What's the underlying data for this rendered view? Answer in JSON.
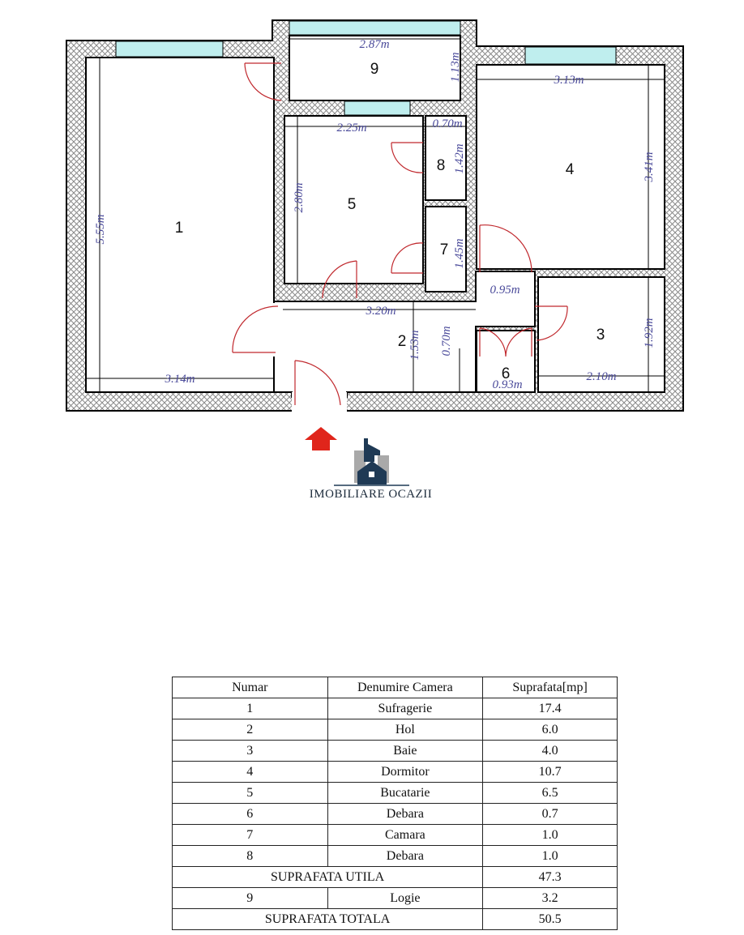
{
  "plan": {
    "rooms": [
      {
        "num": "1"
      },
      {
        "num": "2"
      },
      {
        "num": "3"
      },
      {
        "num": "4"
      },
      {
        "num": "5"
      },
      {
        "num": "6"
      },
      {
        "num": "7"
      },
      {
        "num": "8"
      },
      {
        "num": "9"
      }
    ],
    "dimensions": {
      "logia_width": "2.87m",
      "logia_depth": "1.13m",
      "r4_width": "3.13m",
      "r4_height": "3.41m",
      "r5_width": "2.25m",
      "r8_width": "0.70m",
      "r8_height": "1.42m",
      "r5_height": "2.80m",
      "r1_height": "5.55m",
      "r7_height": "1.45m",
      "corridor_width": "0.95m",
      "hall_width": "3.20m",
      "hall_depth": "1.53m",
      "hall_niche": "0.70m",
      "r3_height": "1.92m",
      "r1_width": "3.14m",
      "r6_width": "0.93m",
      "r3_width": "2.10m"
    },
    "colors": {
      "wall_hatch": "#8a8a8a",
      "window": "#bfeeee",
      "door": "#c0282d",
      "dimension": "#4a4a9a"
    }
  },
  "logo": {
    "text": "IMOBILIARE OCAZII",
    "entrance_arrow_color": "#e0251b"
  },
  "table": {
    "headers": [
      "Numar",
      "Denumire Camera",
      "Suprafata[mp]"
    ],
    "rows": [
      [
        "1",
        "Sufragerie",
        "17.4"
      ],
      [
        "2",
        "Hol",
        "6.0"
      ],
      [
        "3",
        "Baie",
        "4.0"
      ],
      [
        "4",
        "Dormitor",
        "10.7"
      ],
      [
        "5",
        "Bucatarie",
        "6.5"
      ],
      [
        "6",
        "Debara",
        "0.7"
      ],
      [
        "7",
        "Camara",
        "1.0"
      ],
      [
        "8",
        "Debara",
        "1.0"
      ]
    ],
    "subtotal": {
      "label": "SUPRAFATA UTILA",
      "value": "47.3"
    },
    "extra_row": [
      "9",
      "Logie",
      "3.2"
    ],
    "total": {
      "label": "SUPRAFATA TOTALA",
      "value": "50.5"
    }
  }
}
